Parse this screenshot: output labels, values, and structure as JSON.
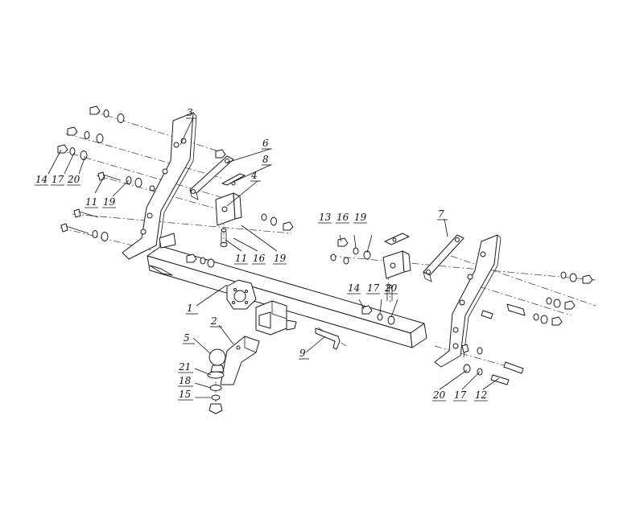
{
  "callouts": {
    "c1": "1",
    "c2": "2",
    "c3": "3",
    "c4": "4",
    "c5": "5",
    "c6": "6",
    "c7": "7",
    "c8": "8",
    "c9": "9",
    "c11a": "11",
    "c11b": "11",
    "c12": "12",
    "c13": "13",
    "c14a": "14",
    "c14b": "14",
    "c15": "15",
    "c16a": "16",
    "c16b": "16",
    "c17a": "17",
    "c17b": "17",
    "c17c": "17",
    "c18": "18",
    "c19a": "19",
    "c19b": "19",
    "c19c": "19",
    "c20a": "20",
    "c20b": "20",
    "c20c": "20",
    "c21": "21"
  }
}
